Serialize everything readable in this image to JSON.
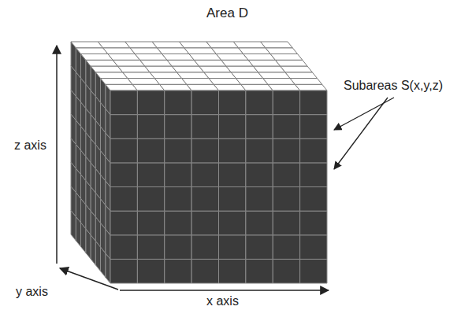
{
  "diagram": {
    "title": "Area D",
    "labels": [
      "z axis",
      "y axis",
      "x axis",
      "Subareas S(x,y,z)"
    ]
  }
}
